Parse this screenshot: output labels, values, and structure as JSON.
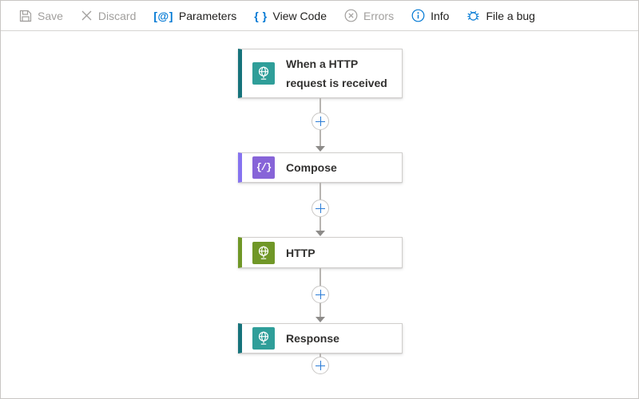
{
  "toolbar": {
    "items": [
      {
        "label": "Save",
        "icon": "save-icon",
        "disabled": true
      },
      {
        "label": "Discard",
        "icon": "discard-icon",
        "disabled": true
      },
      {
        "label": "Parameters",
        "icon": "parameters-icon",
        "disabled": false,
        "glyph": "[@]"
      },
      {
        "label": "View Code",
        "icon": "view-code-icon",
        "disabled": false,
        "glyph": "{ }"
      },
      {
        "label": "Errors",
        "icon": "errors-icon",
        "disabled": true
      },
      {
        "label": "Info",
        "icon": "info-icon",
        "disabled": false
      },
      {
        "label": "File a bug",
        "icon": "bug-icon",
        "disabled": false
      }
    ],
    "colors": {
      "enabled_text": "#201f1e",
      "disabled_text": "#a19f9d",
      "icon_blue": "#0078d4",
      "icon_gray": "#a19f9d"
    }
  },
  "workflow": {
    "nodes": [
      {
        "title": "When a HTTP request is received",
        "kind": "trigger",
        "icon": "http-request-icon",
        "icon_color": "#2f9e99",
        "accent_color": "#16737b"
      },
      {
        "title": "Compose",
        "kind": "action",
        "icon": "compose-icon",
        "icon_color": "#8764d8",
        "accent_color": "#8673f0",
        "glyph": "{/}"
      },
      {
        "title": "HTTP",
        "kind": "action",
        "icon": "http-icon",
        "icon_color": "#709727",
        "accent_color": "#709727"
      },
      {
        "title": "Response",
        "kind": "action",
        "icon": "response-icon",
        "icon_color": "#2f9e99",
        "accent_color": "#16737b"
      }
    ],
    "connector": {
      "plus_color": "#2b7cd6",
      "line_color": "#b7b4b1",
      "arrow_color": "#8d8b89"
    }
  }
}
